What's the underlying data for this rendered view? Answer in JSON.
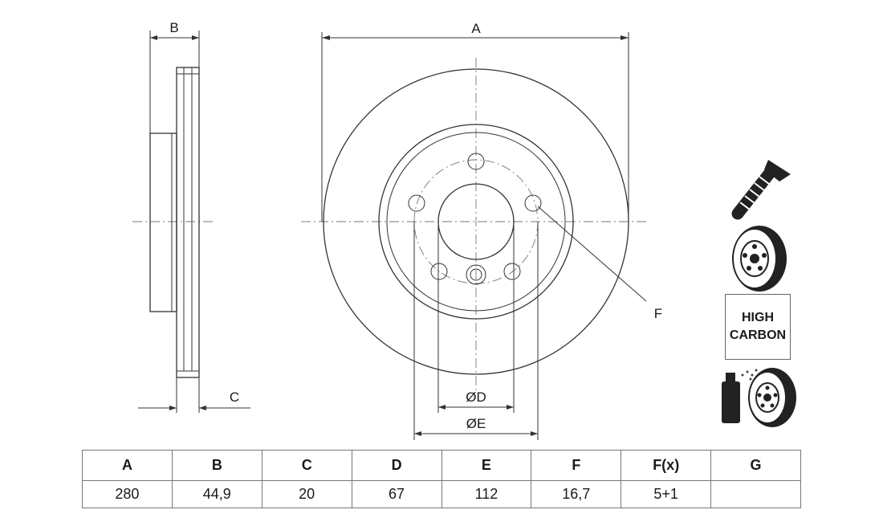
{
  "drawing": {
    "dim_labels": {
      "a": "A",
      "b": "B",
      "c": "C",
      "d": "ØD",
      "e": "ØE",
      "f": "F"
    }
  },
  "icons": {
    "bolt": "screw-icon",
    "disc": "brake-disc-icon",
    "spray": "spray-coating-icon"
  },
  "badge": {
    "line1": "HIGH",
    "line2": "CARBON"
  },
  "table": {
    "headers": [
      "A",
      "B",
      "C",
      "D",
      "E",
      "F",
      "F(x)",
      "G"
    ],
    "values": [
      "280",
      "44,9",
      "20",
      "67",
      "112",
      "16,7",
      "5+1",
      ""
    ]
  }
}
